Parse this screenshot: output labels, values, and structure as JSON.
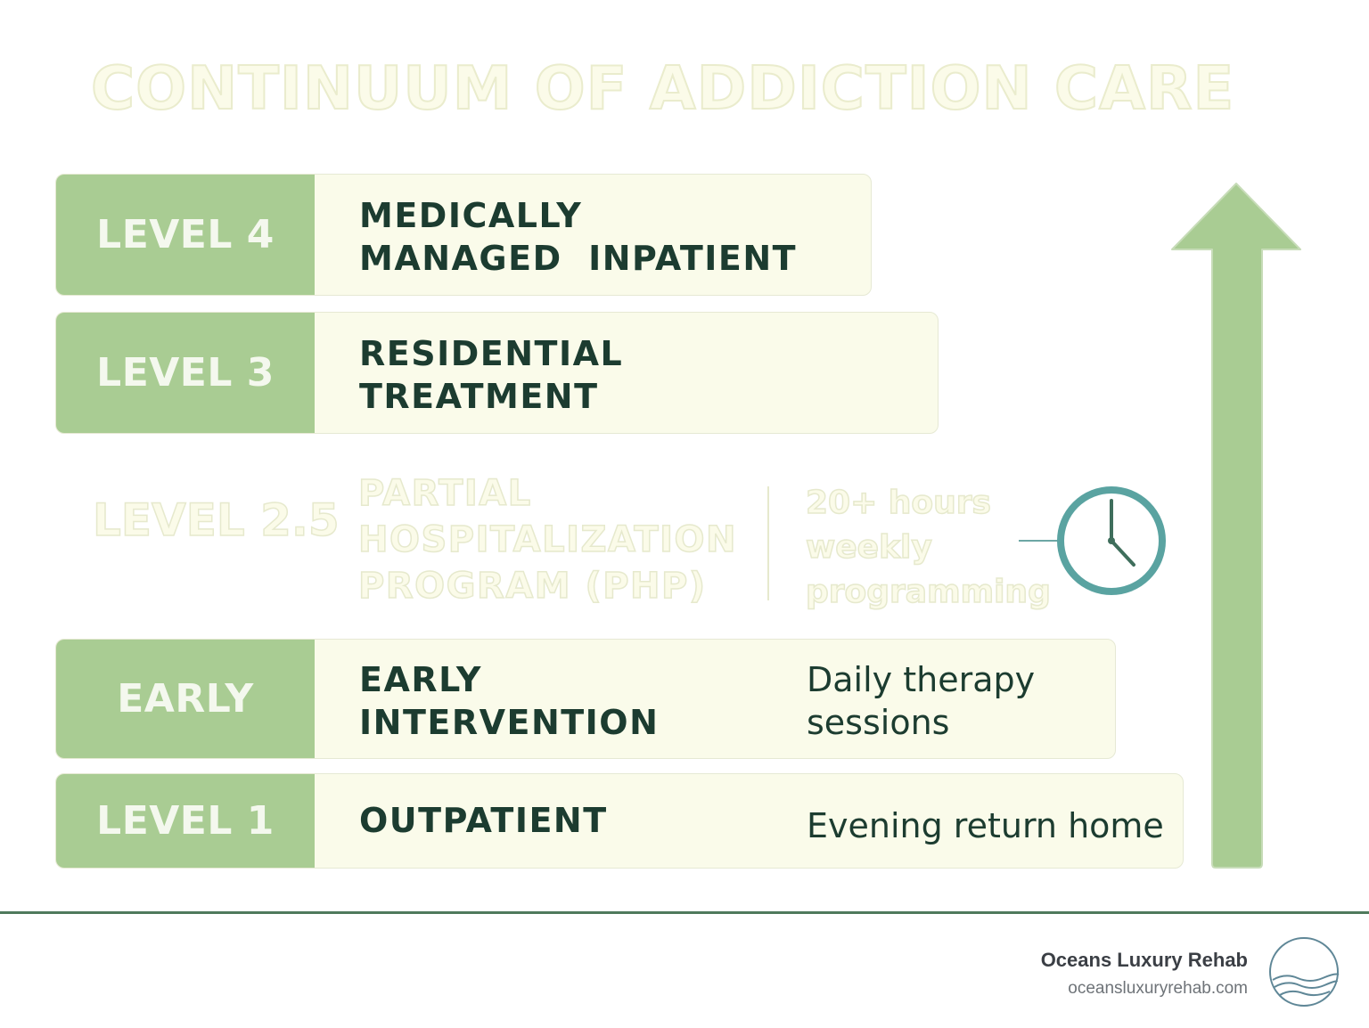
{
  "title": "CONTINUUM OF ADDICTION CARE",
  "levels": [
    {
      "tag": "LEVEL 4",
      "name_line1": "MEDICALLY",
      "name_line2": "MANAGED  INPATIENT",
      "note_line1": "",
      "note_line2": ""
    },
    {
      "tag": "LEVEL 3",
      "name_line1": "RESIDENTIAL",
      "name_line2": "TREATMENT",
      "note_line1": "",
      "note_line2": ""
    },
    {
      "tag": "LEVEL 2.5",
      "name_line1": "PARTIAL",
      "name_line2": "HOSPITALIZATION",
      "name_line3": "PROGRAM (PHP)",
      "note_line1": "20+ hours",
      "note_line2": "weekly",
      "note_line3": "programming"
    },
    {
      "tag": "EARLY",
      "name_line1": "EARLY",
      "name_line2": "INTERVENTION",
      "note_line1": "Daily therapy",
      "note_line2": "sessions"
    },
    {
      "tag": "LEVEL 1",
      "name_line1": "OUTPATIENT",
      "note_line1": "Evening return home"
    }
  ],
  "icons": {
    "clock": "clock-icon",
    "arrow": "up-arrow-icon",
    "logo": "ocean-wave-logo-icon"
  },
  "colors": {
    "tag_green": "#a9cc93",
    "panel_cream": "#fafbea",
    "text_dark_green": "#1c3c30",
    "clock_teal": "#5aa3a1",
    "arrow_green": "#a9cc93",
    "footer_line": "#4f7a5c"
  },
  "footer": {
    "brand": "Oceans Luxury Rehab",
    "url": "oceansluxuryrehab.com"
  }
}
